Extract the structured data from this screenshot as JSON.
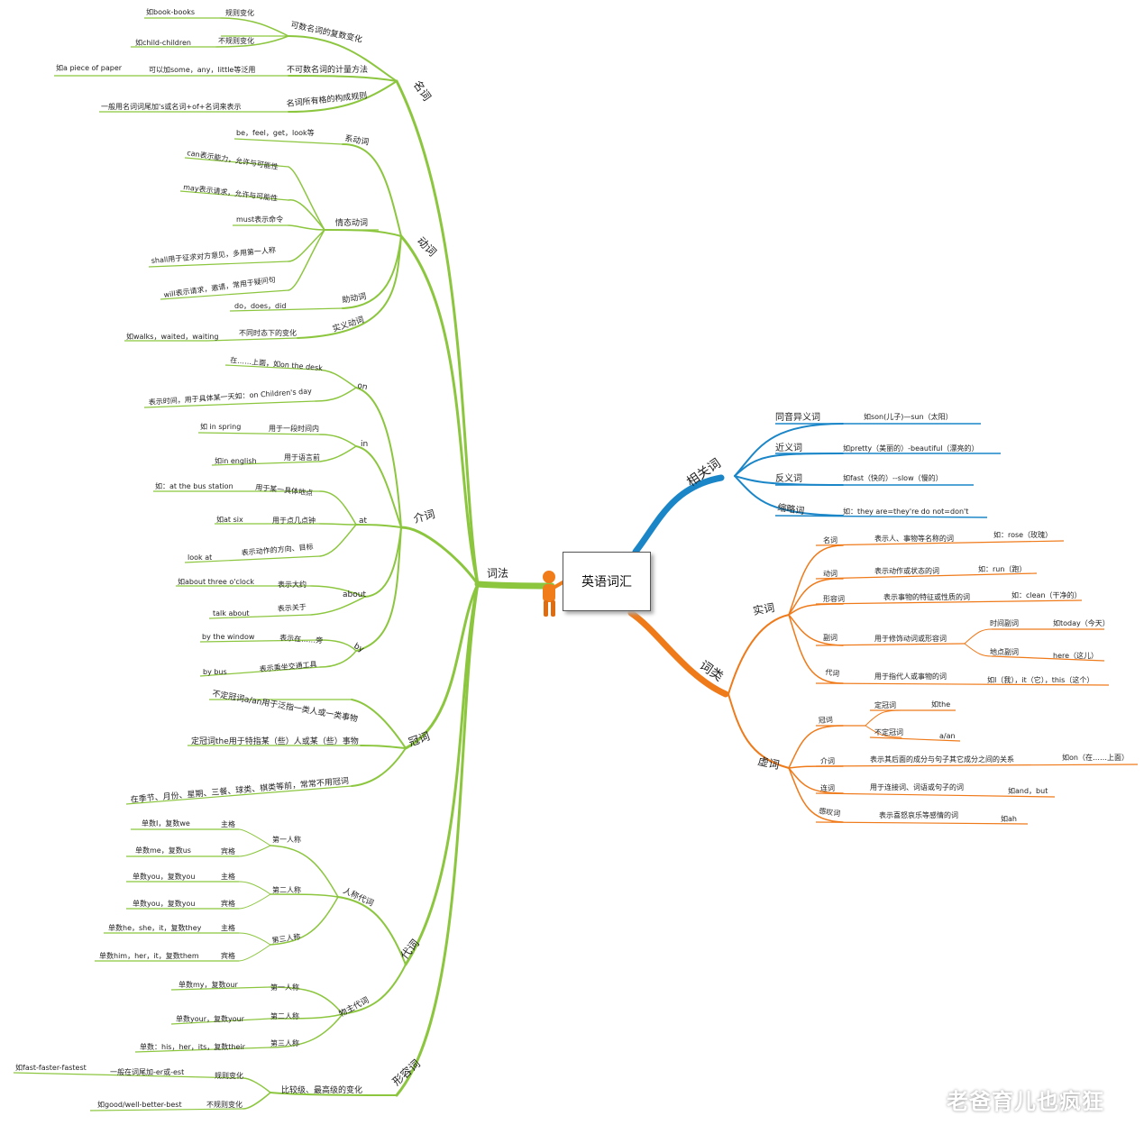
{
  "central": {
    "title": "英语词汇"
  },
  "watermark": "老爸育儿也疯狂",
  "root_left": "词法",
  "noun": {
    "label": "名词",
    "plural": {
      "label": "可数名词的复数变化",
      "regular": "规则变化",
      "regular_ex": "如book-books",
      "irregular": "不规则变化",
      "irregular_ex": "如child-children"
    },
    "uncount": {
      "label": "不可数名词的计量方法",
      "desc": "可以加some，any，little等泛用",
      "ex": "如a piece of paper"
    },
    "possessive": {
      "label": "名词所有格的构成规则",
      "desc": "一般用名词词尾加's或名词+of+名词来表示"
    }
  },
  "verb": {
    "label": "动词",
    "linking": {
      "label": "系动词",
      "ex": "be，feel，get，look等"
    },
    "modal": {
      "label": "情态动词",
      "items": [
        "can表示能力，允许与可能性",
        "may表示请求，允许与可能性",
        "must表示命令",
        "shall用于征求对方意见，多用第一人称",
        "will表示请求，邀请，常用于疑问句"
      ]
    },
    "aux": {
      "label": "助动词",
      "ex": "do，does，did"
    },
    "notional": {
      "label": "实义动词",
      "desc": "不同时态下的变化",
      "ex": "如walks，waited，waiting"
    }
  },
  "prep": {
    "label": "介词",
    "on": {
      "label": "on",
      "a": "在……上面，如on the desk",
      "b": "表示时间，用于具体某一天如：on Children's day"
    },
    "in": {
      "label": "in",
      "a_desc": "用于一段时间内",
      "a_ex": "如 in spring",
      "b_desc": "用于语言前",
      "b_ex": "如in english"
    },
    "at": {
      "label": "at",
      "a_desc": "用于某一具体地点",
      "a_ex": "如：at the bus station",
      "b_desc": "用于点几点钟",
      "b_ex": "如at six",
      "c_desc": "表示动作的方向、目标",
      "c_ex": "look at"
    },
    "about": {
      "label": "about",
      "a_desc": "表示大约",
      "a_ex": "如about three o'clock",
      "b_desc": "表示关于",
      "b_ex": "talk about"
    },
    "by": {
      "label": "by",
      "a_desc": "表示在……旁",
      "a_ex": "by the window",
      "b_desc": "表示乘坐交通工具",
      "b_ex": "by bus"
    }
  },
  "article": {
    "label": "冠词",
    "a": "不定冠词a/an用于泛指一类人或一类事物",
    "b": "定冠词the用于特指某（些）人或某（些）事物",
    "c": "在季节、月份、星期、三餐、球类、棋类等前，常常不用冠词"
  },
  "pronoun": {
    "label": "代词",
    "personal": {
      "label": "人称代词",
      "p1": {
        "label": "第一人称",
        "subj": "主格",
        "subj_ex": "单数I，复数we",
        "obj": "宾格",
        "obj_ex": "单数me，复数us"
      },
      "p2": {
        "label": "第二人称",
        "subj": "主格",
        "subj_ex": "单数you，复数you",
        "obj": "宾格",
        "obj_ex": "单数you，复数you"
      },
      "p3": {
        "label": "第三人称",
        "subj": "主格",
        "subj_ex": "单数he，she，it，复数they",
        "obj": "宾格",
        "obj_ex": "单数him，her，it，复数them"
      }
    },
    "possessive": {
      "label": "物主代词",
      "p1": {
        "label": "第一人称",
        "ex": "单数my，复数our"
      },
      "p2": {
        "label": "第二人称",
        "ex": "单数your，复数your"
      },
      "p3": {
        "label": "第三人称",
        "ex": "单数：his，her，its，复数their"
      }
    }
  },
  "adj": {
    "label": "形容词",
    "compare": {
      "label": "比较级、最高级的变化",
      "regular": "规则变化",
      "regular_desc": "一般在词尾加-er或-est",
      "regular_ex": "如fast-faster-fastest",
      "irregular": "不规则变化",
      "irregular_ex": "如good/well-better-best"
    }
  },
  "related": {
    "label": "相关词",
    "homophone": {
      "label": "同音异义词",
      "ex": "如son(儿子)—sun（太阳）"
    },
    "synonym": {
      "label": "近义词",
      "ex": "如pretty（美丽的）-beautiful（漂亮的）"
    },
    "antonym": {
      "label": "反义词",
      "ex": "如fast（快的）--slow（慢的）"
    },
    "abbrev": {
      "label": "缩略词",
      "ex": "如：they are=they're do not=don't"
    }
  },
  "wordclass": {
    "label": "词类",
    "content": {
      "label": "实词",
      "noun": {
        "label": "名词",
        "desc": "表示人、事物等名称的词",
        "ex": "如：rose（玫瑰）"
      },
      "verb": {
        "label": "动词",
        "desc": "表示动作或状态的词",
        "ex": "如：run（跑）"
      },
      "adj": {
        "label": "形容词",
        "desc": "表示事物的特征或性质的词",
        "ex": "如：clean（干净的）"
      },
      "adv": {
        "label": "副词",
        "desc": "用于修饰动词或形容词",
        "time": "时间副词",
        "time_ex": "如today（今天）",
        "place": "地点副词",
        "place_ex": "here（这儿）"
      },
      "pron": {
        "label": "代词",
        "desc": "用于指代人或事物的词",
        "ex": "如I（我），it（它），this（这个）"
      }
    },
    "function": {
      "label": "虚词",
      "article": {
        "label": "冠词",
        "def": "定冠词",
        "def_ex": "如the",
        "indef": "不定冠词",
        "indef_ex": "a/an"
      },
      "prep": {
        "label": "介词",
        "desc": "表示其后面的成分与句子其它成分之间的关系",
        "ex": "如on（在……上面）"
      },
      "conj": {
        "label": "连词",
        "desc": "用于连接词、词语或句子的词",
        "ex": "如and，but"
      },
      "interj": {
        "label": "感叹词",
        "desc": "表示喜怒哀乐等感情的词",
        "ex": "如ah"
      }
    }
  }
}
